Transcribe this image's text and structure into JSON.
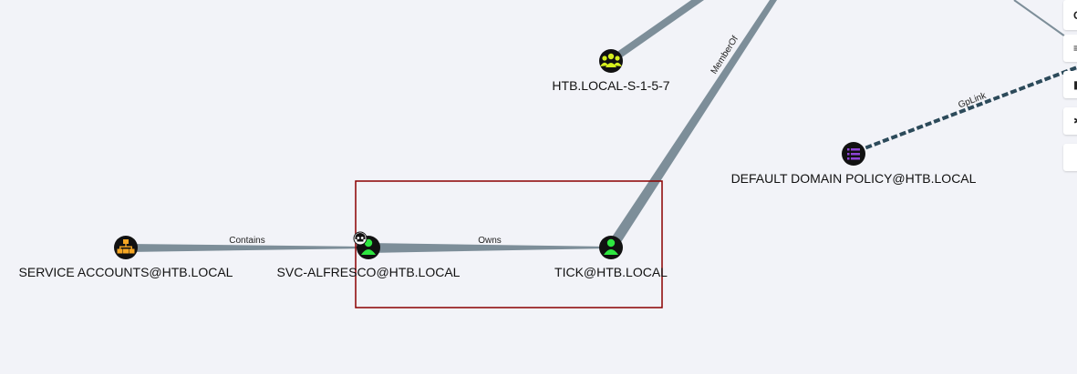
{
  "nodes": [
    {
      "id": "htb-sid",
      "label": "HTB.LOCAL-S-1-5-7",
      "type": "group",
      "color": "#d6f01e"
    },
    {
      "id": "service-accounts",
      "label": "SERVICE ACCOUNTS@HTB.LOCAL",
      "type": "ou",
      "color": "#f5a623"
    },
    {
      "id": "svc-alfresco",
      "label": "SVC-ALFRESCO@HTB.LOCAL",
      "type": "user",
      "color": "#2ee640",
      "owned": true
    },
    {
      "id": "tick",
      "label": "TICK@HTB.LOCAL",
      "type": "user",
      "color": "#2ee640"
    },
    {
      "id": "default-domain-policy",
      "label": "DEFAULT DOMAIN POLICY@HTB.LOCAL",
      "type": "gpo",
      "color": "#8e44d6"
    }
  ],
  "edges": [
    {
      "label": "Contains",
      "from": "service-accounts",
      "to": "svc-alfresco"
    },
    {
      "label": "Owns",
      "from": "svc-alfresco",
      "to": "tick"
    },
    {
      "label": "MemberOf",
      "from": "tick",
      "to": "offscreen-group"
    },
    {
      "label": "GpLink",
      "from": "default-domain-policy",
      "to": "offscreen-domain"
    }
  ],
  "colors": {
    "background": "#f2f3f8",
    "edge": "#7d8e99",
    "gplink_edge": "#2c4a5a",
    "selection": "#8b0000"
  },
  "toolbar": {
    "buttons": [
      {
        "icon": "refresh-icon",
        "glyph": "C"
      },
      {
        "icon": "menu-icon",
        "glyph": "≡"
      },
      {
        "icon": "export-icon",
        "glyph": "▮"
      },
      {
        "icon": "settings-icon",
        "glyph": "✱"
      },
      {
        "icon": "info-icon",
        "glyph": ""
      }
    ]
  }
}
